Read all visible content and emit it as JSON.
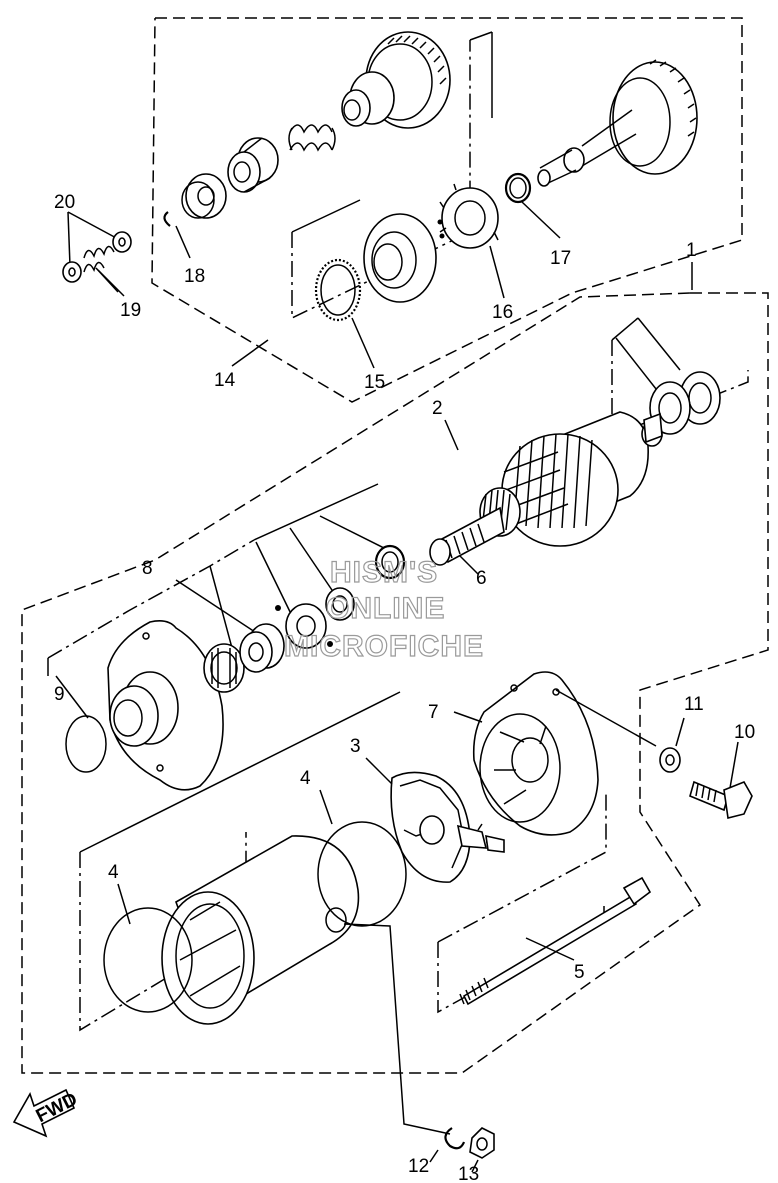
{
  "parts": {
    "p1": "1",
    "p2": "2",
    "p3": "3",
    "p4a": "4",
    "p4b": "4",
    "p5": "5",
    "p6": "6",
    "p7": "7",
    "p8": "8",
    "p9": "9",
    "p10": "10",
    "p11": "11",
    "p12": "12",
    "p13": "13",
    "p14": "14",
    "p15": "15",
    "p16": "16",
    "p17": "17",
    "p18": "18",
    "p19": "19",
    "p20": "20"
  },
  "fwd_label": "FWD",
  "watermark": {
    "line1": "HISM'S",
    "line2": "ONLINE",
    "line3": "MICROFICHE"
  }
}
